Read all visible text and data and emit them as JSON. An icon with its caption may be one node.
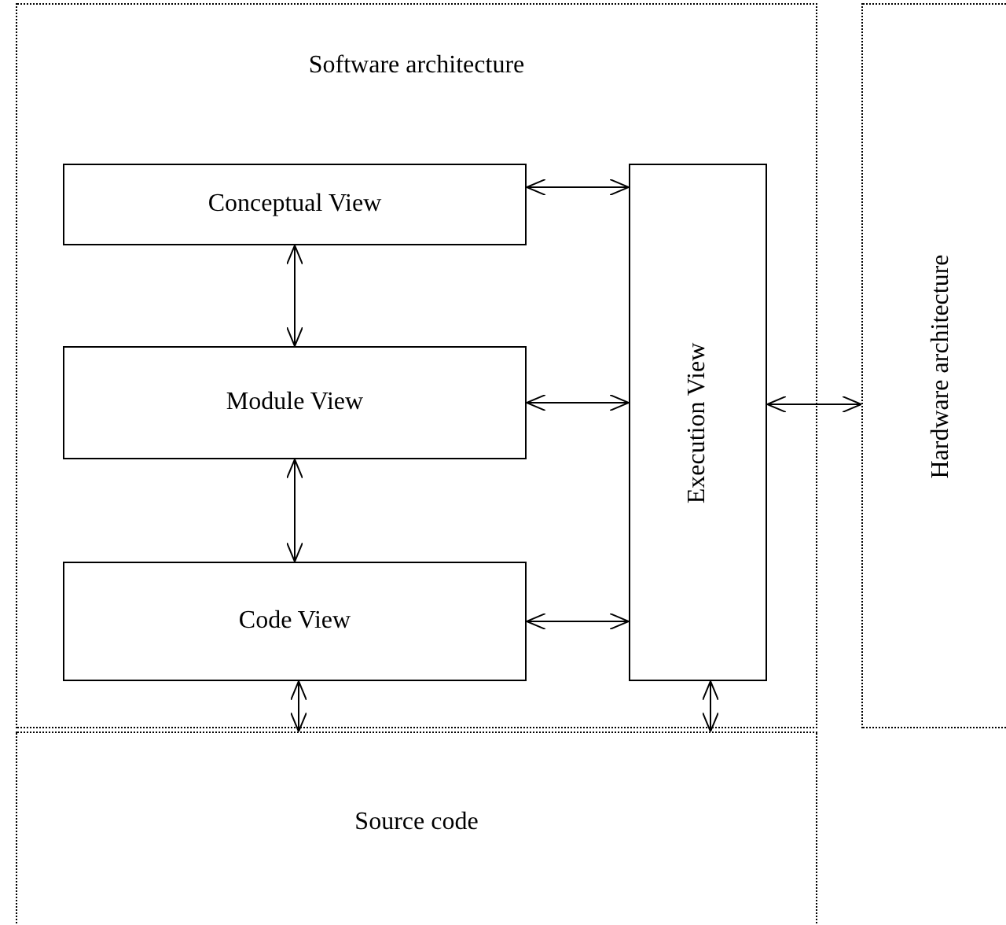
{
  "diagram": {
    "nodes": [
      {
        "text": [
          "Software architecture"
        ]
      },
      {
        "text": [
          "Conceptual View"
        ],
        "in": 0
      },
      {
        "text": [
          "Module View"
        ],
        "in": 0
      },
      {
        "text": [
          "Code View"
        ],
        "in": 0
      },
      {
        "text": [
          "Execution View"
        ],
        "in": 0
      },
      {
        "text": [
          "Hardware architecture"
        ]
      },
      {
        "text": [
          "Source code"
        ]
      }
    ],
    "edges": [
      {
        "from": 1,
        "to": 4,
        "arrow": "both"
      },
      {
        "from": 1,
        "to": 2,
        "arrow": "both"
      },
      {
        "from": 2,
        "to": 4,
        "arrow": "both"
      },
      {
        "from": 4,
        "to": 5,
        "arrow": "both"
      },
      {
        "from": 2,
        "to": 3,
        "arrow": "both"
      },
      {
        "from": 3,
        "to": 4,
        "arrow": "both"
      },
      {
        "from": 3,
        "to": 6,
        "arrow": "both"
      },
      {
        "from": 4,
        "to": 6,
        "arrow": "both"
      }
    ]
  }
}
